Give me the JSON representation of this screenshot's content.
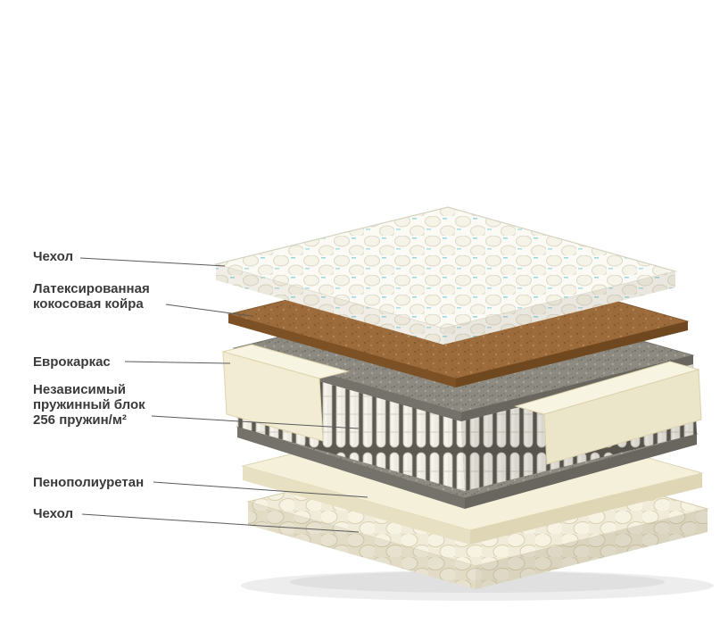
{
  "labels": [
    {
      "id": "cover-top",
      "lines": [
        "Чехол"
      ]
    },
    {
      "id": "coir",
      "lines": [
        "Латексированная",
        "кокосовая койра"
      ]
    },
    {
      "id": "euro-frame",
      "lines": [
        "Еврокаркас"
      ]
    },
    {
      "id": "spring-block",
      "lines": [
        "Независимый",
        "пружинный блок",
        "256 пружин/м²"
      ]
    },
    {
      "id": "foam",
      "lines": [
        "Пенополиуретан"
      ]
    },
    {
      "id": "cover-bottom",
      "lines": [
        "Чехол"
      ]
    }
  ],
  "colors": {
    "label_text": "#3a3a3a",
    "leader_line": "#5a5a5a",
    "cover_fabric": "#fbfaf4",
    "fabric_accent": "#8ed2d8",
    "coir": "#9c6b3c",
    "coir_edge": "#7c5126",
    "felt": "#8d8b81",
    "felt_edge": "#74726a",
    "spring": "#edebe2",
    "spring_gap": "#5c5a52",
    "foam": "#f5f0da",
    "foam_edge": "#e7e0c2",
    "frame": "#f2ecd4",
    "frame_top": "#f8f4e2",
    "bottom_cover": "#f1ecd9"
  }
}
